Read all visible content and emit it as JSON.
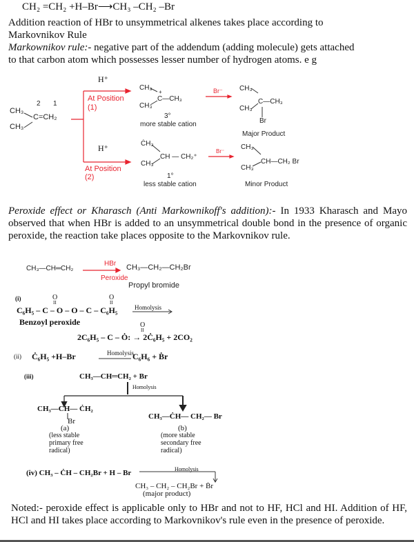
{
  "intro": {
    "equation": "CH₂ =CH₂ +H–Br⟶CH₃ –CH₂ –Br",
    "line1": "Addition reaction of HBr to unsymmetrical alkenes takes place according to",
    "line2": "Markovnikov Rule",
    "rule_label": "Markownikov rule:-",
    "rule_text1": " negative part of the addendum (adding molecule) gets attached",
    "rule_text2": "to that carbon atom which possesses lesser number of hydrogen atoms. e g"
  },
  "scheme1": {
    "reactant": {
      "num2": "2",
      "num1": "1",
      "ch3_top": "CH₃",
      "c_ch2": "C=CH₂",
      "ch3_bottom": "CH₃"
    },
    "path1": {
      "reagent": "H⁺",
      "label": "At Position",
      "pos": "(1)",
      "cation_ch3_top": "CH₃",
      "plus": "+",
      "cation_c": "C—CH₃",
      "cation_ch3_bottom": "CH₃",
      "degree": "3°",
      "stability": "more stable cation",
      "nucleophile": "Br⁻",
      "prod_ch3_top": "CH₃",
      "prod_c": "C—CH₃",
      "prod_ch3_bottom": "CH₃",
      "prod_br": "Br",
      "product_label": "Major Product"
    },
    "path2": {
      "reagent": "H⁺",
      "label": "At Position",
      "pos": "(2)",
      "cation_ch3_top": "ĊH₃",
      "cation_ch": "CH — CH₂⁺",
      "cation_ch3_bottom": "CH₃",
      "degree": "1°",
      "stability": "less stable cation",
      "nucleophile": "Br⁻",
      "prod_ch3_top": "CH₃",
      "prod_ch": "CH—CH₂ Br",
      "prod_ch3_bottom": "CH₃",
      "product_label": "Minor Product"
    }
  },
  "peroxide_paragraph": {
    "title": "Peroxide effect or Kharasch (Anti Markownikoff's addition):-",
    "text": " In 1933 Kharasch and Mayo observed that when HBr is added to an unsymmetrical double bond in the presence of organic peroxide, the reaction take places opposite to the Markovnikov rule."
  },
  "scheme2": {
    "reactant": "CH₃—CH═CH₂",
    "reagent_top": "HBr",
    "reagent_bottom": "Peroxide",
    "product": "CH₃—CH₂—CH₂Br",
    "product_name": "Propyl bromide"
  },
  "steps": {
    "i_label": "(i)",
    "o": "O",
    "dbl": "II",
    "i_formula": "C₆H₅ – C – O – O – C – C₆H₅",
    "homolysis": "Homolysis",
    "i_name": "Benzoyl peroxide",
    "i_second": "2C₆H₅ – C – Ȯ: → 2Ċ₆H₅ + 2CO₂",
    "ii_label": "(ii)",
    "ii_left": "Ċ₆H₅ +H–Br",
    "ii_right": "C₆H₆ + Ḃr",
    "iii_label": "(iii)",
    "iii_reactant": "CH₃—CH═CH₂ + Br",
    "a_formula": "CH₃—CH— ĊH₂",
    "a_br": "Br",
    "a_label": "(a)",
    "a_desc": [
      "(less stable",
      "primary free",
      "radical)"
    ],
    "b_formula": "CH₃—ĊH— CH₂— Br",
    "b_label": "(b)",
    "b_desc": [
      "(more stable",
      "secondary free",
      "radical)"
    ],
    "iv_formula": "(iv) CH₃ – ĊH – CH₂Br + H – Br",
    "iv_product": "CH₃ – CH₂ – CH₂Br + Ḃr",
    "iv_note": "(major product)"
  },
  "note": {
    "text": "Noted:- peroxide effect is applicable only to HBr and not to HF, HCl and HI. Addition of HF, HCl and HI takes place according to Markovnikov's rule even in the presence of peroxide."
  },
  "colors": {
    "accent_red": "#e8232f"
  }
}
